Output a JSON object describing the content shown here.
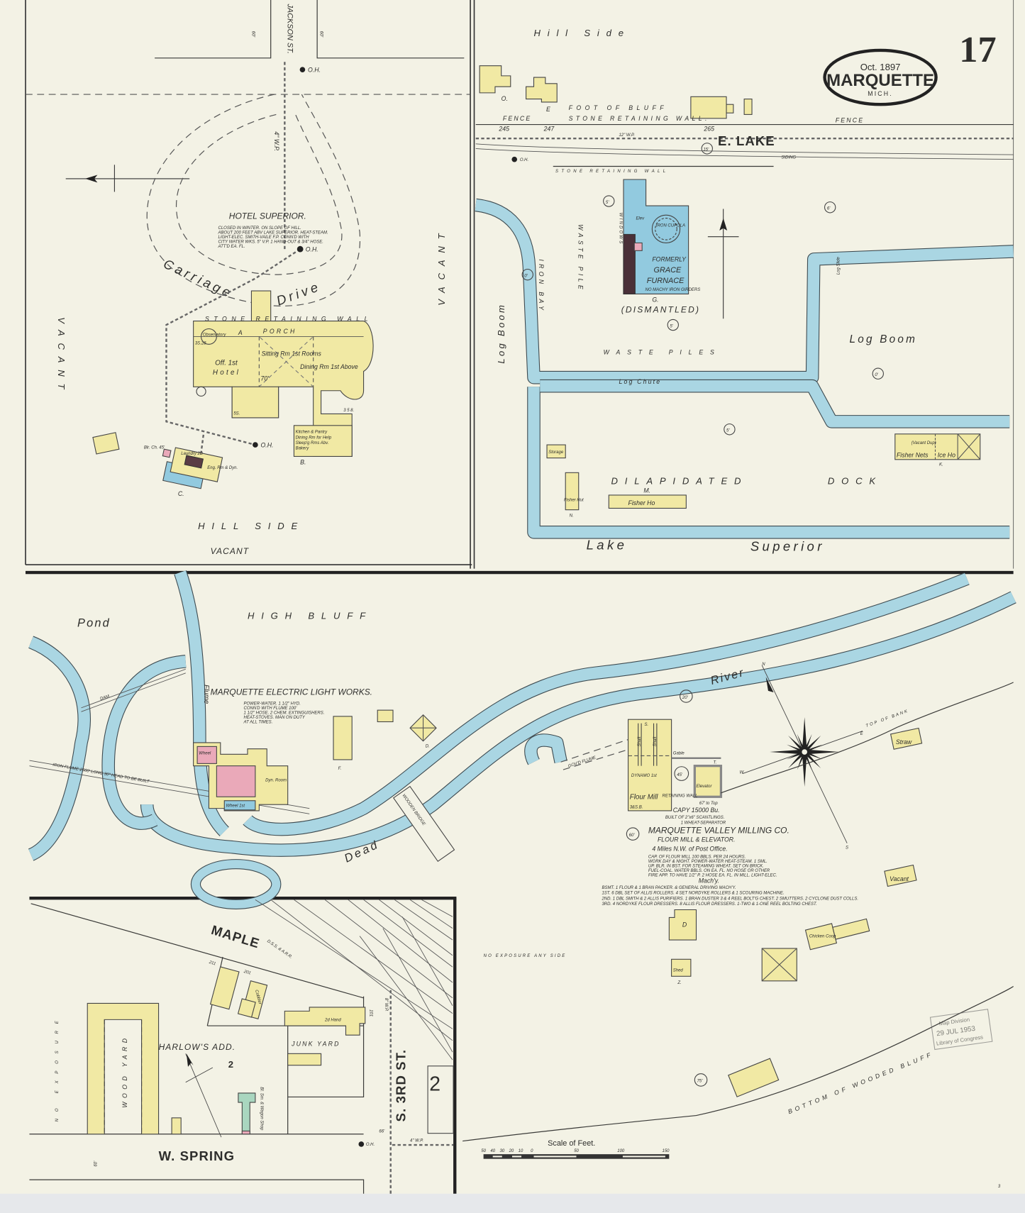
{
  "sheet": {
    "number": "17",
    "cartouche": {
      "date": "Oct. 1897",
      "city": "MARQUETTE",
      "state": "MICH."
    }
  },
  "colors": {
    "paper": "#f3f2e5",
    "frame_building": "#f1e9a4",
    "stone_building": "#92cadf",
    "brick_building": "#eaa9b9",
    "special_building": "#a9d6bf",
    "water": "#aad6e3"
  },
  "upper_left": {
    "street": "JACKSON ST.",
    "street_width_left": "60'",
    "street_width_right": "60'",
    "water_main": "4\" W.P.",
    "hydrant_label": "O.H.",
    "vacant_left": "VACANT",
    "vacant_right": "VACANT",
    "vacant_bottom": "VACANT",
    "hill_side": "HILL SIDE",
    "carriage_drive": [
      "Carriage",
      "Drive"
    ],
    "stone_retaining_wall": "STONE RETAINING WALL",
    "hotel": {
      "name": "HOTEL SUPERIOR.",
      "notes": [
        "CLOSED IN WINTER. ON SLOPE OF HILL.",
        "ABOUT 200 FEET ABV LAKE SUPERIOR. HEAT-STEAM.",
        "LIGHT-ELEC. SMITH-VAILE F.P. CONN'D WITH",
        "CITY WATER WKS. 5\" V.P. 1 HAND-OUT & 3/4\" HOSE.",
        "ATT'D EA. FL."
      ],
      "porch": "PORCH",
      "observatory": "Observatory",
      "office": "Off. 1st",
      "hotel_label": "Hotel",
      "sitting_rooms": "Sitting Rm 1st Rooms",
      "dining": "Dining Rm 1st Above",
      "kitchen": [
        "Kitchen & Pantry",
        "Dining Rm for Help",
        "Sleep'g Rms Abv.",
        "Bakery"
      ],
      "height_70": "70'",
      "stories_a": "3S.28.",
      "stories_b": "5S.",
      "stories_c": "3 5 8.",
      "letter_a": "A",
      "letter_b": "B.",
      "letter_c": "C.",
      "laundry": "Laundry 2B",
      "boiler": "Blr. Ch. 45'",
      "engine": "Eng. Rm & Dyn."
    }
  },
  "upper_right": {
    "hill_side": "Hill Side",
    "foot_of_bluff": "FOOT OF BLUFF",
    "fence_left": "FENCE",
    "fence_right": "FENCE",
    "stone_retaining_wall": "STONE RETAINING WALL.",
    "stone_retaining_wall_2": "STONE RETAINING WALL",
    "house_numbers": [
      "245",
      "247",
      "265"
    ],
    "letters": [
      "O.",
      "E",
      "G.",
      "M.",
      "N.",
      "K."
    ],
    "water_main": "12\" W.P.",
    "street": "E. LAKE",
    "siding": "SIDING",
    "hydrant_label": "O.H.",
    "depths": [
      "15'",
      "5'",
      "6'",
      "0'",
      "5'",
      "0'",
      "5'"
    ],
    "furnace": {
      "lines": [
        "IRON CUPOLA",
        "FORMERLY",
        "GRACE",
        "FURNACE",
        "NO MACHY IRON GIRDERS"
      ],
      "elev": "Elev",
      "status": "(DISMANTLED)",
      "windows": "WINDOWS"
    },
    "waste_pile": "WASTE PILE",
    "waste_piles": "WASTE PILES",
    "log_boom_left": "Log Boom",
    "log_boom_right": "Log Boom",
    "iron_bay": "IRON BAY",
    "log_chute": "Log Chute",
    "log_slide": "Log Slide",
    "storage": "Storage",
    "fisher_hut": "Fisher Hut",
    "fisher_ho": "Fisher Ho",
    "fisher_nets": "Fisher Nets",
    "ice_ho": "Ice Ho",
    "vacant_dup": "(Vacant Dup)",
    "dock": [
      "DILAPIDATED",
      "DOCK"
    ],
    "lake": [
      "Lake",
      "Superior"
    ]
  },
  "middle": {
    "pond": "Pond",
    "high_bluff": "HIGH BLUFF",
    "dam": "DAM",
    "flume": "Flume",
    "iron_flume": "IRON FLUME 2500' LONG 30\" HEAD TO BE BUILT",
    "electric": {
      "name": "MARQUETTE ELECTRIC LIGHT WORKS.",
      "notes": [
        "POWER-WATER. 1 1/2\" HYD.",
        "CONN'D WITH FLUME 100'",
        "1 1/2\" HOSE. 2 CHEM. EXTINGUISHERS.",
        "HEAT-STOVES. MAN ON DUTY",
        "AT ALL TIMES."
      ],
      "wheel_top": "Wheel",
      "wheel_bottom": "Wheel 1st",
      "dynamo": "Dyn. Room",
      "letters": [
        "F.",
        "D."
      ]
    },
    "river": "River",
    "dead_river": "Dead",
    "wooden_bridge": "WOODEN BRIDGE",
    "gov_flume": "GOV'D FLUME",
    "depths": [
      "20'",
      "45'",
      "60'",
      "75'"
    ],
    "mill": {
      "shaft": "Shaft",
      "dynamo": "DYNAMO 1st",
      "flour_mill": "Flour Mill",
      "stories": "3&S.B.",
      "gable": "Gable",
      "elevator": "Elevator",
      "elevator_top": "67' to Top",
      "capacity": "CAPY 15000 Bu.",
      "built_of": "BUILT OF 2\"x6\" SCANTLINGS.",
      "separator": "1 WHEAT-SEPARATOR",
      "retaining_wall": "RETAINING WALL",
      "name": "MARQUETTE VALLEY MILLING CO.",
      "subtitle": "FLOUR MILL & ELEVATOR.",
      "location": "4 Miles N.W. of Post Office.",
      "notes": [
        "CAP. OF FLOUR MILL 100 BBLS. PER 24 HOURS.",
        "WORK DAY & NIGHT. POWER-WATER HEAT-STEAM. 1 SML.",
        "UP. BLR. IN BST. FOR STEAMING WHEAT. SET ON BRICK.",
        "FUEL-COAL. WATER BBLS. ON EA. FL. NO HOSE OR OTHER",
        "FIRE APP. TO HAVE 1/2\" P. 2 HOSE EA. FL. IN MILL. LIGHT-ELEC."
      ],
      "machy_title": "Mach'y.",
      "machy": [
        "BSMT. 1 FLOUR & 1 BRAN PACKER. & GENERAL DRIVING MACH'Y.",
        "1ST. 6 DBL SET OF ALLIS ROLLERS. 4 SET NORDYKE ROLLERS & 1 SCOURING MACHINE.",
        "2ND. 1 DBL SMITH & 2 ALLIS PURIFIERS. 1 BRAN DUSTER 3 & 4 REEL BOLT'G CHEST. 2 SMUTTERS. 2 CYCLONE DUST COLLS.",
        "3RD. 4 NORDYKE FLOUR DRESSERS. 8 ALLIS FLOUR DRESSERS. 1-TWO & 1-ONE REEL BOLTING CHEST."
      ]
    },
    "top_of_bank": "TOP OF BANK",
    "straw": "Straw",
    "vacant": "Vacant",
    "chicken_coop": "Chicken Coop",
    "shed": "Shed",
    "letters": [
      "S.",
      "T.",
      "Z.",
      "D"
    ],
    "no_exposure": "NO EXPOSURE ANY SIDE",
    "bottom_of_bluff": "BOTTOM OF WOODED BLUFF",
    "compass": [
      "N",
      "E",
      "S",
      "W"
    ]
  },
  "inset": {
    "street_top": "MAPLE",
    "street_bottom": "W. SPRING",
    "street_right": "S. 3RD ST.",
    "railroad": "D.S.S. & A.R.R.",
    "addition": "HARLOW'S ADD.",
    "block": "2",
    "block_right": "2",
    "wood_yard": "WOOD YARD",
    "junk_yard": "JUNK YARD",
    "second_hand": "2d Hand",
    "cobbler": "Cobbler",
    "blacksmith": "Bl. Sm. & Wagon Shop",
    "no_exposure": "NO EXPOSURE",
    "house_numbers": [
      "211",
      "201",
      "101"
    ],
    "street_width_60": "60'",
    "street_width_66": "66'",
    "water_main": "8\" W.P.",
    "water_main_2": "4\" W.P.",
    "hydrant_label": "O.H."
  },
  "scale": {
    "title": "Scale of Feet.",
    "ticks": [
      "50",
      "40",
      "30",
      "20",
      "10",
      "0",
      "50",
      "100",
      "150"
    ]
  },
  "stamp": {
    "lines": [
      "Map Division",
      "29 JUL 1953",
      "Library of Congress"
    ]
  },
  "corner_note": "3"
}
